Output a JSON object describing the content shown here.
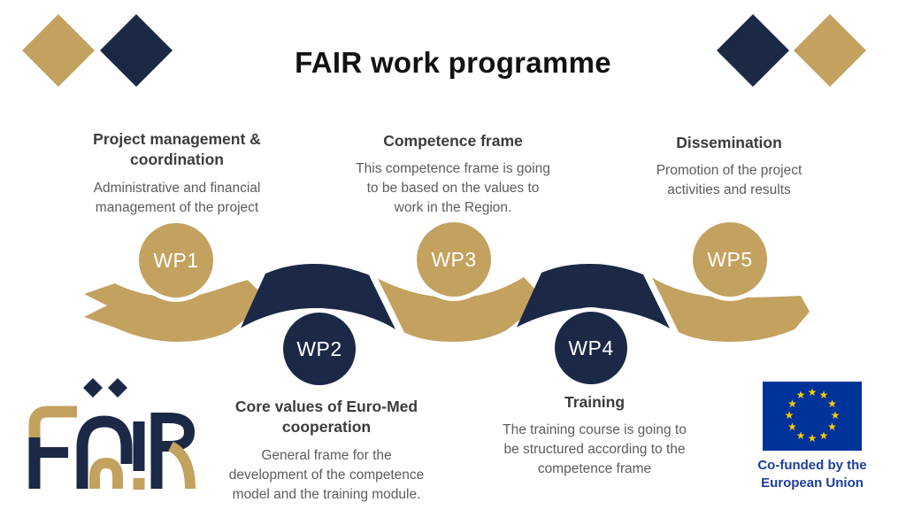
{
  "title": "FAIR work programme",
  "colors": {
    "gold": "#C3A15F",
    "navy": "#1B2947",
    "title": "#121212",
    "heading": "#3C3C3C",
    "body": "#5C5C5C",
    "eu_blue": "#003399",
    "star_yellow": "#FFCC00",
    "eu_caption": "#1F3D99"
  },
  "work_packages": [
    {
      "label": "WP1"
    },
    {
      "label": "WP2"
    },
    {
      "label": "WP3"
    },
    {
      "label": "WP4"
    },
    {
      "label": "WP5"
    }
  ],
  "sections": {
    "wp1": {
      "heading_lines": [
        "Project management &",
        "coordination"
      ],
      "body_lines": [
        "Administrative and financial",
        "management of the project"
      ]
    },
    "wp2": {
      "heading_lines": [
        "Core values of Euro-Med",
        "cooperation"
      ],
      "body_lines": [
        "General frame for the",
        "development of the competence",
        "model and the training module."
      ]
    },
    "wp3": {
      "heading_lines": [
        "Competence frame"
      ],
      "body_lines": [
        "This competence frame is going",
        "to be based on the values to",
        "work in the Region."
      ]
    },
    "wp4": {
      "heading_lines": [
        "Training"
      ],
      "body_lines": [
        "The training course is going to",
        "be structured according to the",
        "competence frame"
      ]
    },
    "wp5": {
      "heading_lines": [
        "Dissemination"
      ],
      "body_lines": [
        "Promotion of the project",
        "activities and results"
      ]
    }
  },
  "logo": {
    "text": "FAIR"
  },
  "eu": {
    "caption_lines": [
      "Co-funded by the",
      "European Union"
    ],
    "star_count": 12
  }
}
